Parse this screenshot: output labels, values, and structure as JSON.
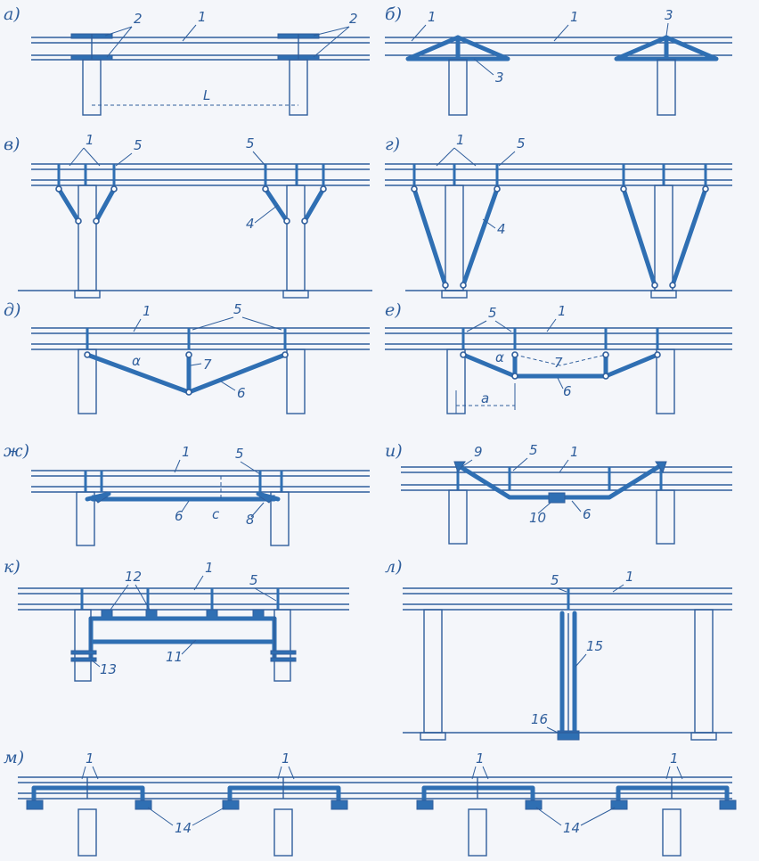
{
  "panels": [
    {
      "id": "a",
      "label": "а)",
      "numbers": [
        "1",
        "2",
        "2"
      ],
      "dim": "L"
    },
    {
      "id": "b",
      "label": "б)",
      "numbers": [
        "1",
        "1",
        "3",
        "3"
      ]
    },
    {
      "id": "v",
      "label": "в)",
      "numbers": [
        "1",
        "5",
        "5",
        "4"
      ]
    },
    {
      "id": "g",
      "label": "г)",
      "numbers": [
        "1",
        "5",
        "4"
      ]
    },
    {
      "id": "d",
      "label": "д)",
      "numbers": [
        "1",
        "5",
        "7",
        "6"
      ],
      "angle": "α"
    },
    {
      "id": "e",
      "label": "е)",
      "numbers": [
        "5",
        "1",
        "7",
        "6"
      ],
      "angle": "α",
      "dim": "a"
    },
    {
      "id": "zh",
      "label": "ж)",
      "numbers": [
        "1",
        "5",
        "6",
        "8"
      ],
      "dim": "c"
    },
    {
      "id": "i",
      "label": "и)",
      "numbers": [
        "9",
        "5",
        "1",
        "10",
        "6"
      ]
    },
    {
      "id": "k",
      "label": "к)",
      "numbers": [
        "12",
        "1",
        "5",
        "11",
        "13"
      ]
    },
    {
      "id": "l",
      "label": "л)",
      "numbers": [
        "5",
        "1",
        "15",
        "16"
      ]
    },
    {
      "id": "m",
      "label": "м)",
      "numbers": [
        "1",
        "1",
        "1",
        "1",
        "14",
        "14"
      ]
    }
  ],
  "colors": {
    "line": "#2f5e9c",
    "accent": "#2f6fb3",
    "background": "#f4f6fa"
  }
}
